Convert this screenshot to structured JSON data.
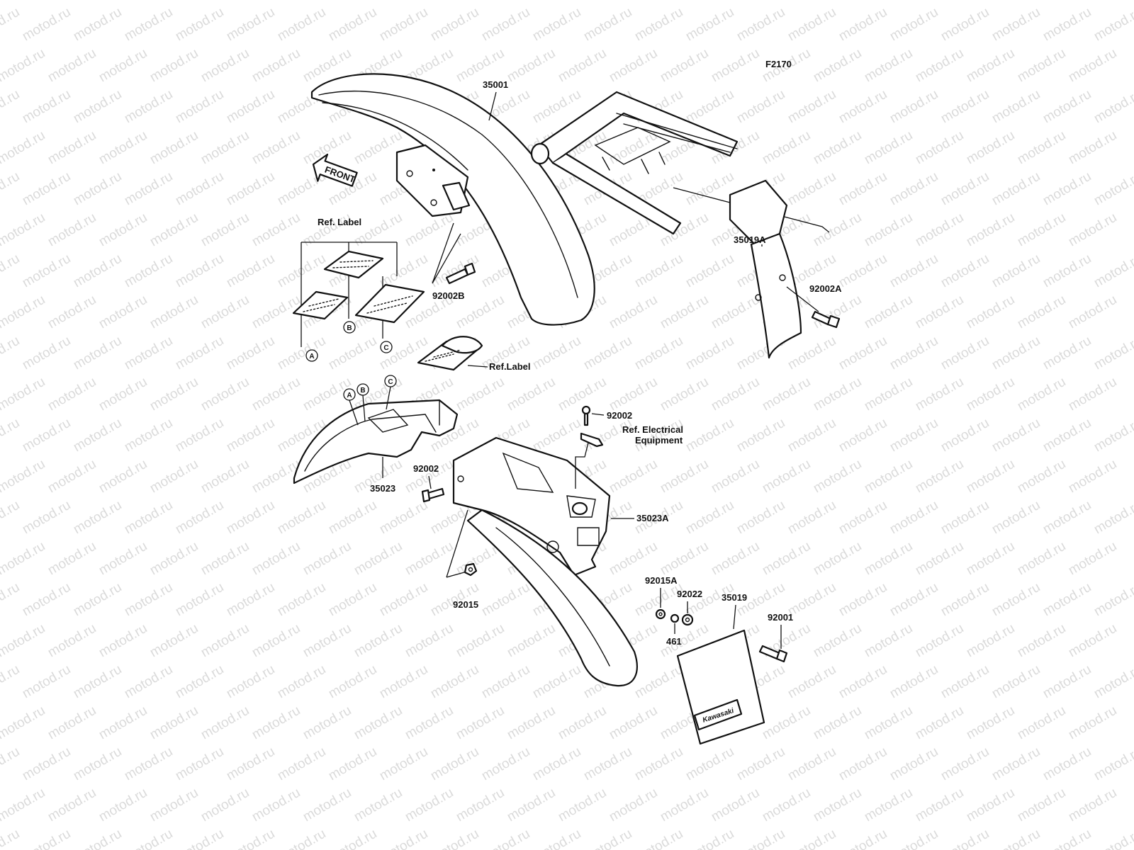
{
  "figure_code": "F2170",
  "front_marker": "FRONT",
  "watermark_text": "motod.ru",
  "brand_on_flap": "Kawasaki",
  "parts": {
    "front_fender": "35001",
    "rear_fender_front": "35023",
    "rear_fender_rear": "35023A",
    "bracket": "35019A",
    "mud_flap": "35019",
    "bolt_front_fender": "92002B",
    "bolt_bracket": "92002A",
    "bolt_top": "92002",
    "bolt_side": "92002",
    "nut": "92015",
    "nut_flap": "92015A",
    "washer_flap": "92022",
    "washer_461": "461",
    "bolt_flap": "92001"
  },
  "refs": {
    "label_group": "Ref. Label",
    "label_single": "Ref.Label",
    "electrical_1": "Ref. Electrical",
    "electrical_2": "Equipment"
  },
  "callouts": {
    "a": "A",
    "b": "B",
    "c": "C"
  },
  "colors": {
    "ink": "#111111",
    "paper": "#ffffff",
    "watermark": "#bdbdbd"
  }
}
